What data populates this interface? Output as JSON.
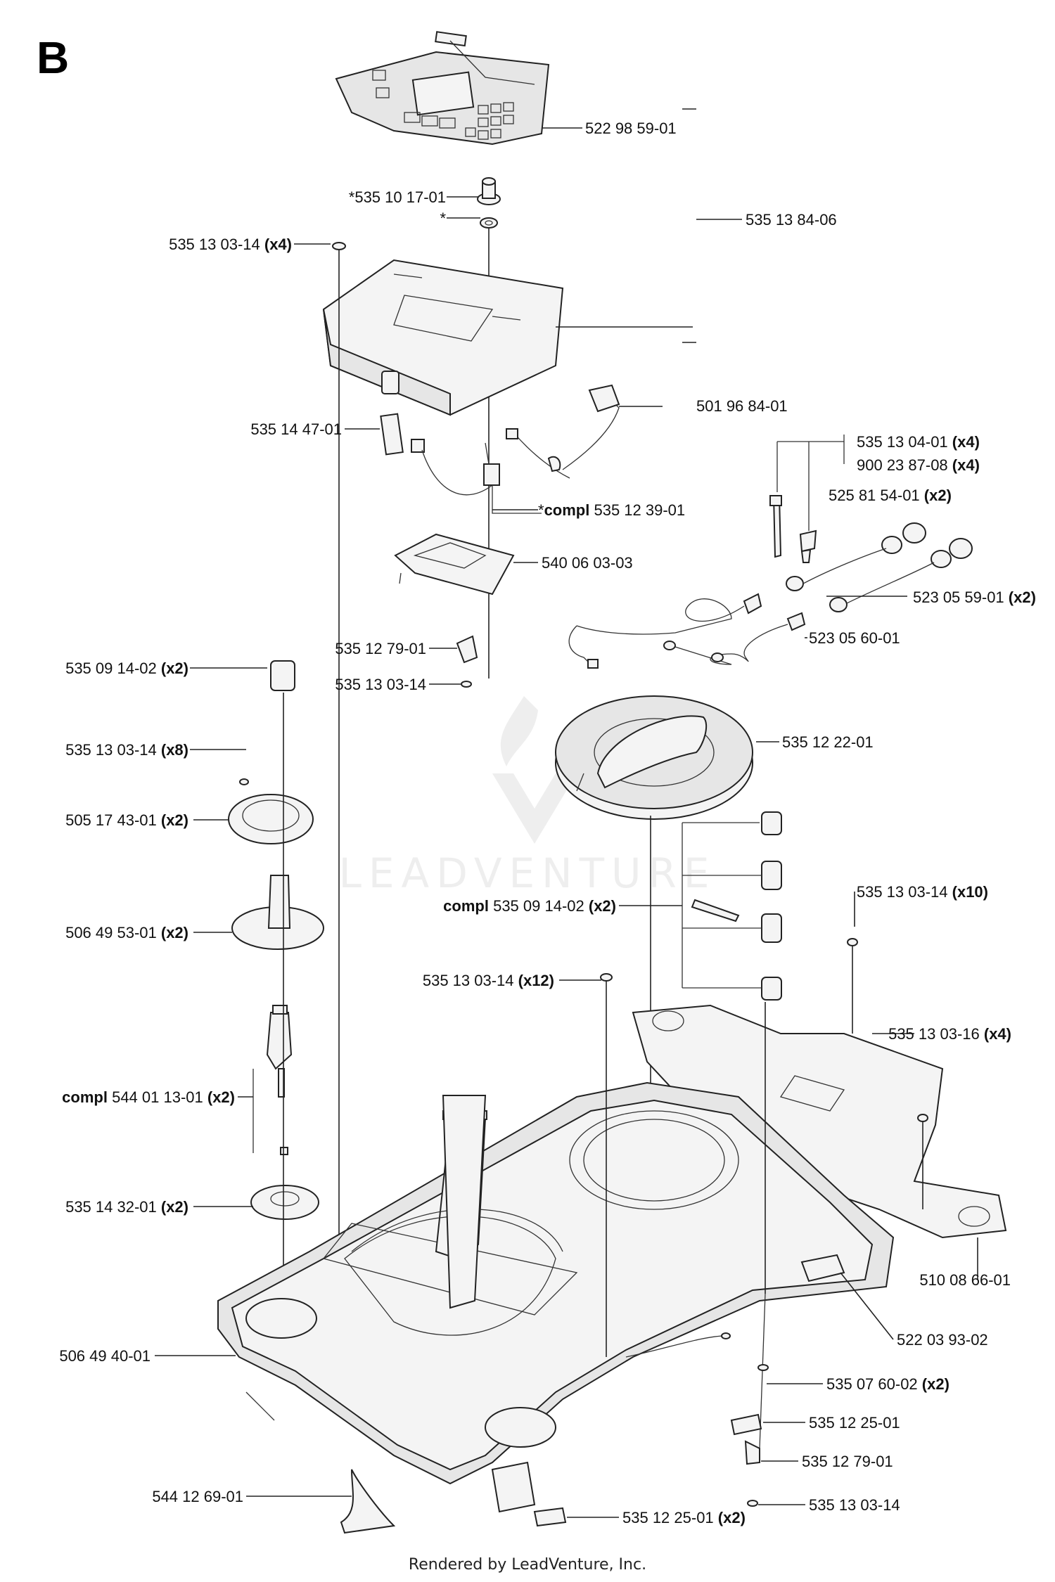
{
  "section_letter": "B",
  "footer": "Rendered by LeadVenture, Inc.",
  "watermark": "LEADVENTURE",
  "callouts": [
    {
      "pre": "",
      "bold_pre": "",
      "num": "522 98 59-01",
      "qty": ""
    },
    {
      "pre": "*",
      "bold_pre": "",
      "num": "535 10 17-01",
      "qty": ""
    },
    {
      "pre": "*",
      "bold_pre": "",
      "num": "",
      "qty": ""
    },
    {
      "pre": "",
      "bold_pre": "",
      "num": "535 13 84-06",
      "qty": ""
    },
    {
      "pre": "",
      "bold_pre": "",
      "num": "535 13 03-14",
      "qty": "(x4)"
    },
    {
      "pre": "",
      "bold_pre": "",
      "num": "501 96 84-01",
      "qty": ""
    },
    {
      "pre": "",
      "bold_pre": "",
      "num": "535 14 47-01",
      "qty": ""
    },
    {
      "pre": "",
      "bold_pre": "",
      "num": "535 13 04-01",
      "qty": "(x4)"
    },
    {
      "pre": "",
      "bold_pre": "",
      "num": "900 23 87-08",
      "qty": "(x4)"
    },
    {
      "pre": "",
      "bold_pre": "",
      "num": "525 81 54-01",
      "qty": "(x2)"
    },
    {
      "pre": "*",
      "bold_pre": "compl",
      "num": "535 12 39-01",
      "qty": ""
    },
    {
      "pre": "",
      "bold_pre": "",
      "num": "540 06 03-03",
      "qty": ""
    },
    {
      "pre": "",
      "bold_pre": "",
      "num": "523 05 59-01",
      "qty": "(x2)"
    },
    {
      "pre": "",
      "bold_pre": "",
      "num": "535 12 79-01",
      "qty": ""
    },
    {
      "pre": "",
      "bold_pre": "",
      "num": "523 05 60-01",
      "qty": ""
    },
    {
      "pre": "",
      "bold_pre": "",
      "num": "535 09 14-02",
      "qty": "(x2)"
    },
    {
      "pre": "",
      "bold_pre": "",
      "num": "535 13 03-14",
      "qty": ""
    },
    {
      "pre": "",
      "bold_pre": "",
      "num": "535 13 03-14",
      "qty": "(x8)"
    },
    {
      "pre": "",
      "bold_pre": "",
      "num": "535 12 22-01",
      "qty": ""
    },
    {
      "pre": "",
      "bold_pre": "",
      "num": "505 17 43-01",
      "qty": "(x2)"
    },
    {
      "pre": "",
      "bold_pre": "",
      "num": "535 13 03-14",
      "qty": "(x10)"
    },
    {
      "pre": "",
      "bold_pre": "compl",
      "num": "535 09 14-02",
      "qty": "(x2)"
    },
    {
      "pre": "",
      "bold_pre": "",
      "num": "506 49 53-01",
      "qty": "(x2)"
    },
    {
      "pre": "",
      "bold_pre": "",
      "num": "535 13 03-14",
      "qty": "(x12)"
    },
    {
      "pre": "",
      "bold_pre": "",
      "num": "535 13 03-16",
      "qty": "(x4)"
    },
    {
      "pre": "",
      "bold_pre": "compl",
      "num": "544 01 13-01",
      "qty": "(x2)"
    },
    {
      "pre": "",
      "bold_pre": "",
      "num": "535 14 32-01",
      "qty": "(x2)"
    },
    {
      "pre": "",
      "bold_pre": "",
      "num": "510 08 66-01",
      "qty": ""
    },
    {
      "pre": "",
      "bold_pre": "",
      "num": "522 03 93-02",
      "qty": ""
    },
    {
      "pre": "",
      "bold_pre": "",
      "num": "506 49 40-01",
      "qty": ""
    },
    {
      "pre": "",
      "bold_pre": "",
      "num": "535 07 60-02",
      "qty": "(x2)"
    },
    {
      "pre": "",
      "bold_pre": "",
      "num": "535 12 25-01",
      "qty": ""
    },
    {
      "pre": "",
      "bold_pre": "",
      "num": "535 12 79-01",
      "qty": ""
    },
    {
      "pre": "",
      "bold_pre": "",
      "num": "544 12 69-01",
      "qty": ""
    },
    {
      "pre": "",
      "bold_pre": "",
      "num": "535 13 03-14",
      "qty": ""
    },
    {
      "pre": "",
      "bold_pre": "",
      "num": "535 12 25-01",
      "qty": "(x2)"
    }
  ]
}
